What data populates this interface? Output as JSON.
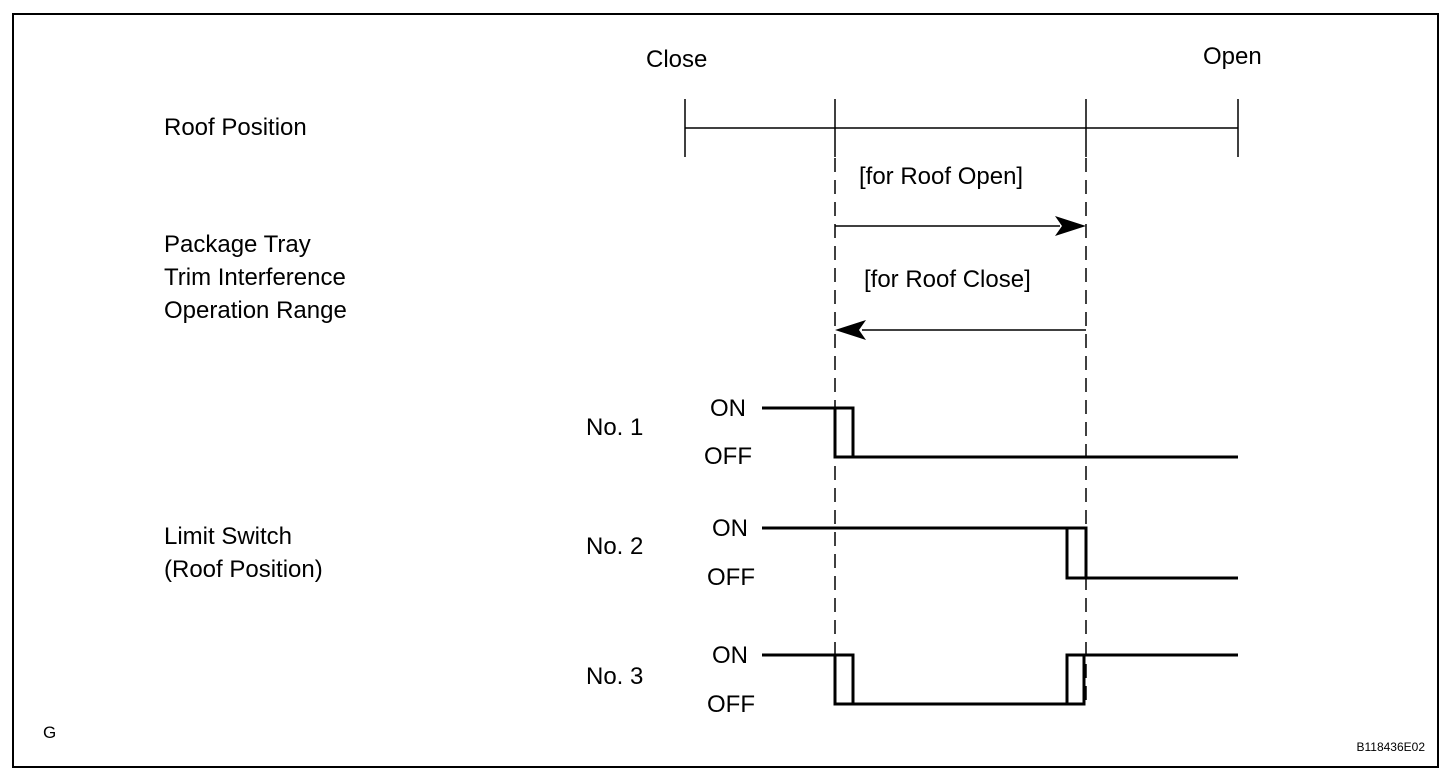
{
  "roof_position": {
    "close_label": "Close",
    "open_label": "Open",
    "row_label": "Roof Position"
  },
  "interference": {
    "label_lines": [
      "Package Tray",
      "Trim Interference",
      "Operation Range"
    ],
    "open_arrow_label": "[for Roof Open]",
    "close_arrow_label": "[for Roof Close]"
  },
  "limit_switch": {
    "label_lines": [
      "Limit Switch",
      "(Roof Position)"
    ],
    "on_label": "ON",
    "off_label": "OFF",
    "switches": [
      {
        "name": "No. 1"
      },
      {
        "name": "No. 2"
      },
      {
        "name": "No. 3"
      }
    ]
  },
  "corner_mark": "G",
  "figure_code": "B118436E02"
}
